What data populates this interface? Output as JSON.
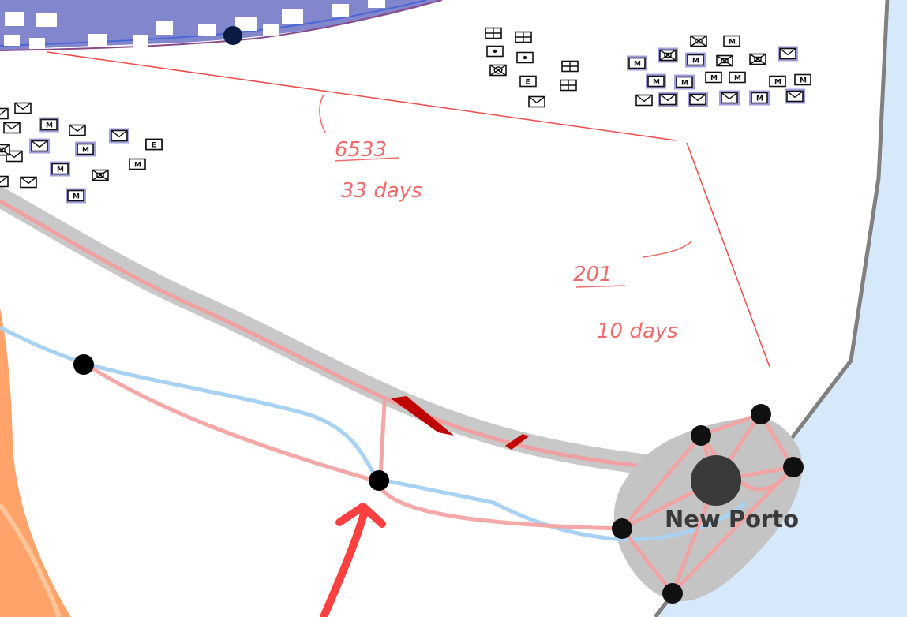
{
  "city": {
    "name": "New Porto"
  },
  "annotations": {
    "front_a_strength": "6533",
    "front_a_time": "33 days",
    "front_b_strength": "201",
    "front_b_time": "10 days"
  },
  "colors": {
    "sea": "#d6e9fb",
    "coast": "#808080",
    "rail": "#f4a3a3",
    "river": "#a8d2f4",
    "front_band": "#c8c8c8",
    "enemy_front": "#7b7fc9",
    "attack_arrow": "#ff4040",
    "own_front": "#ffa36a",
    "damage": "#c00000"
  },
  "units": [
    {
      "kind": "inf"
    },
    {
      "kind": "inf"
    },
    {
      "kind": "inf"
    },
    {
      "kind": "armor"
    },
    {
      "kind": "inf"
    },
    {
      "kind": "inf"
    },
    {
      "kind": "inf"
    },
    {
      "kind": "inf"
    },
    {
      "kind": "armor"
    },
    {
      "kind": "inf"
    },
    {
      "kind": "armor"
    },
    {
      "kind": "mech"
    },
    {
      "kind": "eng"
    },
    {
      "kind": "armor"
    },
    {
      "kind": "inf"
    },
    {
      "kind": "armor"
    },
    {
      "kind": "mech"
    },
    {
      "kind": "inf"
    },
    {
      "kind": "eng"
    },
    {
      "kind": "grid"
    },
    {
      "kind": "grid"
    },
    {
      "kind": "dot"
    },
    {
      "kind": "dot"
    },
    {
      "kind": "cross"
    },
    {
      "kind": "grid"
    },
    {
      "kind": "eng"
    },
    {
      "kind": "grid"
    },
    {
      "kind": "inf"
    },
    {
      "kind": "armor"
    },
    {
      "kind": "mech"
    },
    {
      "kind": "armor"
    },
    {
      "kind": "mech"
    },
    {
      "kind": "armor"
    },
    {
      "kind": "mech"
    },
    {
      "kind": "armor"
    },
    {
      "kind": "armor"
    },
    {
      "kind": "armor"
    },
    {
      "kind": "armor"
    },
    {
      "kind": "armor"
    },
    {
      "kind": "armor"
    },
    {
      "kind": "inf"
    },
    {
      "kind": "mech"
    },
    {
      "kind": "inf"
    },
    {
      "kind": "inf"
    },
    {
      "kind": "inf"
    },
    {
      "kind": "inf"
    },
    {
      "kind": "armor"
    },
    {
      "kind": "inf"
    }
  ]
}
